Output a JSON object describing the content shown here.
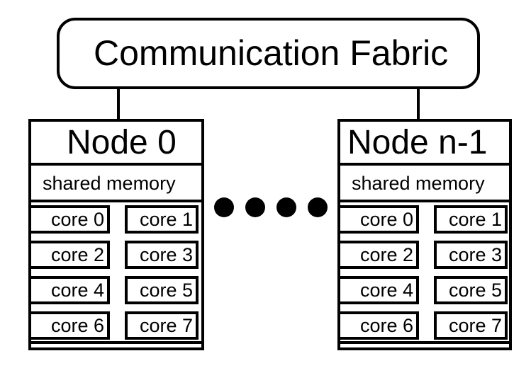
{
  "fabric": {
    "label": "Communication Fabric"
  },
  "nodes": [
    {
      "title": "Node 0",
      "shared_memory": "shared memory",
      "cores": [
        "core 0",
        "core 1",
        "core 2",
        "core 3",
        "core 4",
        "core 5",
        "core 6",
        "core 7"
      ]
    },
    {
      "title": "Node n-1",
      "shared_memory": "shared memory",
      "cores": [
        "core 0",
        "core 1",
        "core 2",
        "core 3",
        "core 4",
        "core 5",
        "core 6",
        "core 7"
      ]
    }
  ],
  "ellipsis": {
    "dot_count": 4,
    "color": "#000000"
  }
}
